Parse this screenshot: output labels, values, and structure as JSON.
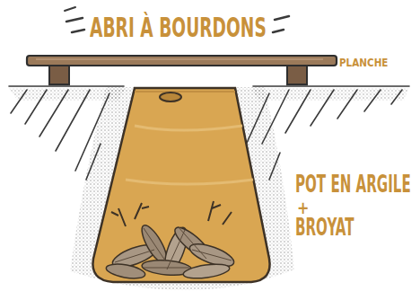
{
  "diagram": {
    "title": "ABRI À BOURDONS",
    "labels": [
      "PLANCHE",
      "POT EN ARGILE",
      "+",
      "BROYAT"
    ]
  }
}
